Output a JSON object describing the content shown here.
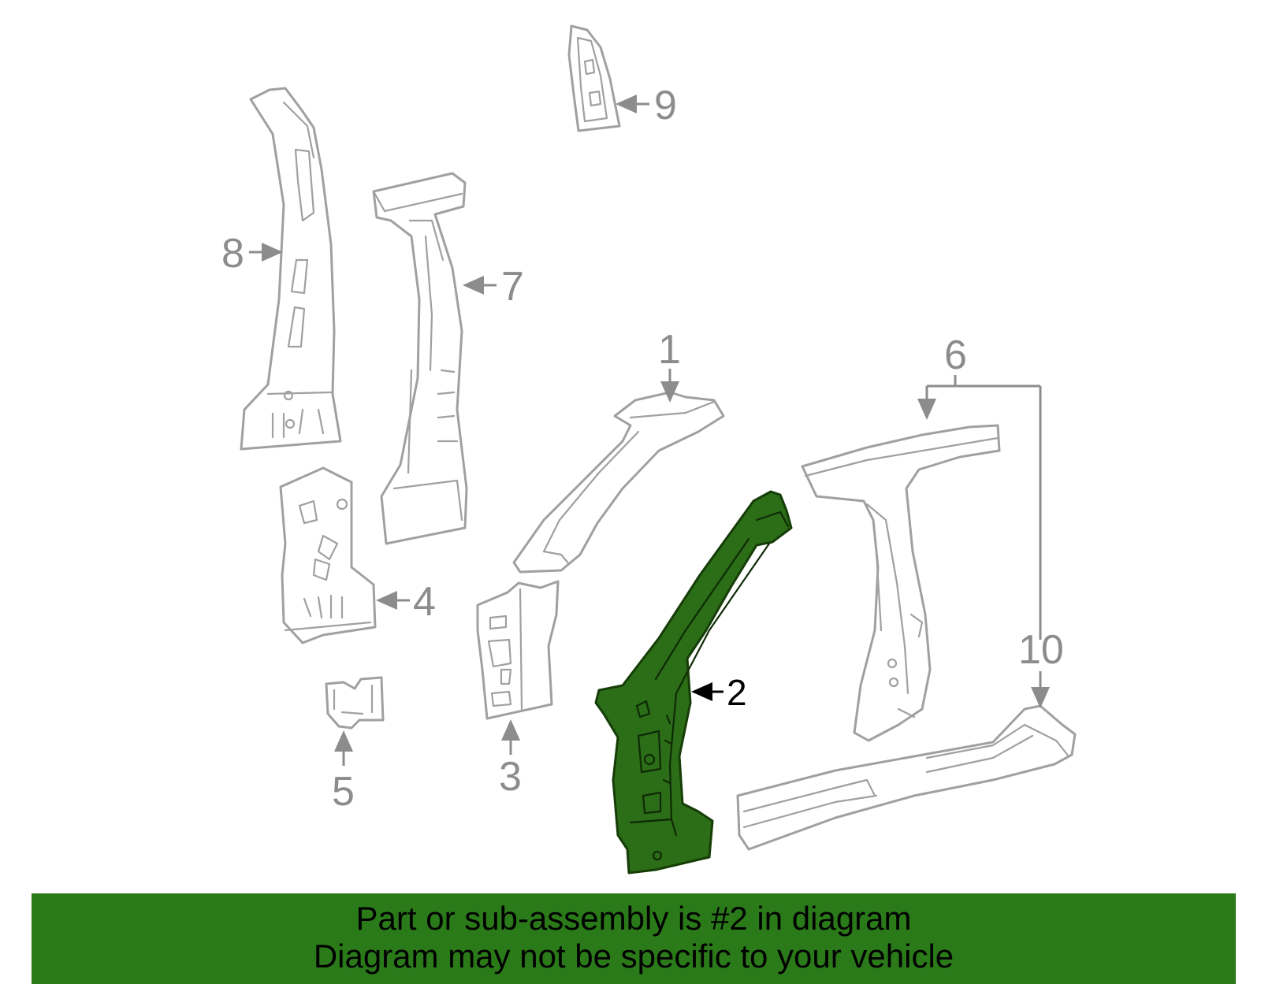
{
  "callouts": {
    "c1": "1",
    "c2": "2",
    "c3": "3",
    "c4": "4",
    "c5": "5",
    "c6": "6",
    "c7": "7",
    "c8": "8",
    "c9": "9",
    "c10": "10"
  },
  "highlighted_part": "2",
  "colors": {
    "highlight_fill": "#2b6e17",
    "banner_background": "#2b7a19",
    "part_outline": "#a0a0a0"
  },
  "banner": {
    "line1": "Part or sub-assembly is #2 in diagram",
    "line2": "Diagram may not be specific to your vehicle"
  }
}
